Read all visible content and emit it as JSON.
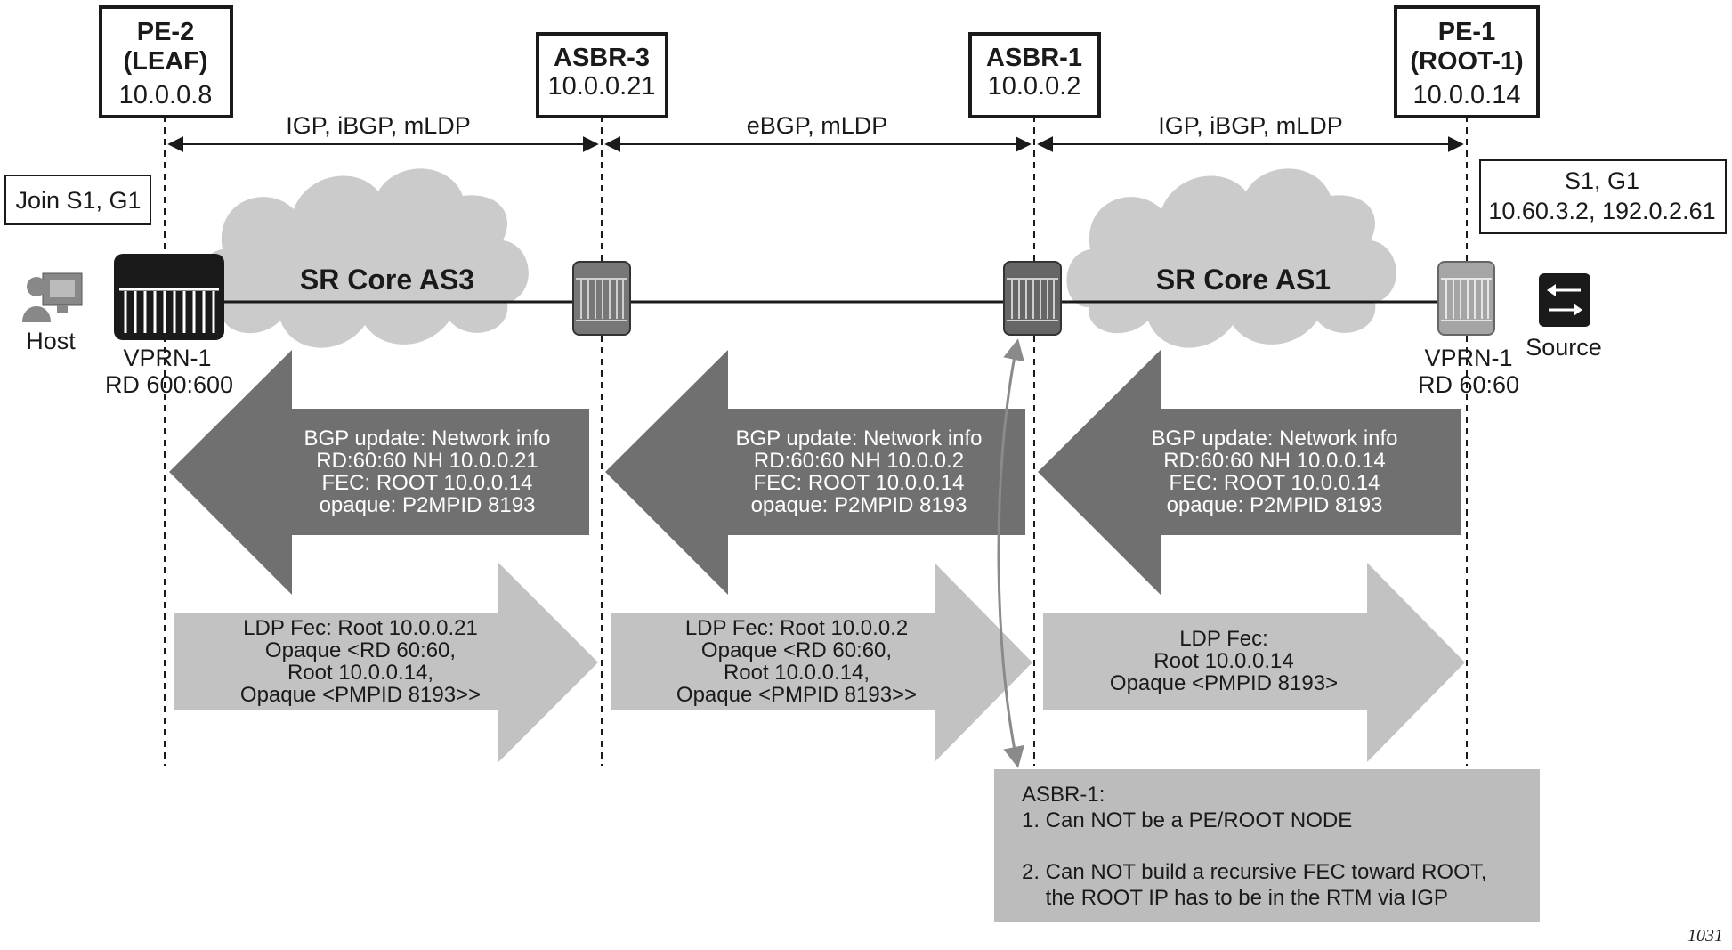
{
  "nodes": [
    {
      "id": "pe2",
      "label_lines": [
        "PE-2",
        "(LEAF)"
      ],
      "ip": "10.0.0.8"
    },
    {
      "id": "asbr3",
      "label_lines": [
        "ASBR-3"
      ],
      "ip": "10.0.0.21"
    },
    {
      "id": "asbr1",
      "label_lines": [
        "ASBR-1"
      ],
      "ip": "10.0.0.2"
    },
    {
      "id": "pe1",
      "label_lines": [
        "PE-1",
        "(ROOT-1)"
      ],
      "ip": "10.0.0.14"
    }
  ],
  "segments": [
    {
      "id": "seg1",
      "label": "IGP, iBGP, mLDP"
    },
    {
      "id": "seg2",
      "label": "eBGP, mLDP"
    },
    {
      "id": "seg3",
      "label": "IGP, iBGP, mLDP"
    }
  ],
  "join_box": {
    "text": "Join S1, G1"
  },
  "source_box": {
    "lines": [
      "S1, G1",
      "10.60.3.2, 192.0.2.61"
    ]
  },
  "clouds": [
    {
      "id": "as3",
      "label": "SR Core AS3"
    },
    {
      "id": "as1",
      "label": "SR Core AS1"
    }
  ],
  "host": {
    "label": "Host"
  },
  "source": {
    "label": "Source"
  },
  "vprn_left": {
    "lines": [
      "VPRN-1",
      "RD 600:600"
    ]
  },
  "vprn_right": {
    "lines": [
      "VPRN-1",
      "RD 60:60"
    ]
  },
  "bgp_arrows": [
    {
      "lines": [
        "BGP update: Network info",
        "RD:60:60 NH 10.0.0.21",
        "FEC: ROOT 10.0.0.14",
        "opaque: P2MPID 8193"
      ]
    },
    {
      "lines": [
        "BGP update: Network info",
        "RD:60:60 NH 10.0.0.2",
        "FEC: ROOT 10.0.0.14",
        "opaque: P2MPID 8193"
      ]
    },
    {
      "lines": [
        "BGP update: Network info",
        "RD:60:60 NH 10.0.0.14",
        "FEC: ROOT 10.0.0.14",
        "opaque: P2MPID 8193"
      ]
    }
  ],
  "ldp_arrows": [
    {
      "lines": [
        "LDP Fec: Root 10.0.0.21",
        "Opaque <RD 60:60,",
        "Root 10.0.0.14,",
        "Opaque <PMPID 8193>>"
      ]
    },
    {
      "lines": [
        "LDP Fec: Root 10.0.0.2",
        "Opaque <RD 60:60,",
        "Root 10.0.0.14,",
        "Opaque <PMPID 8193>>"
      ]
    },
    {
      "lines": [
        "LDP Fec:",
        "Root 10.0.0.14",
        "Opaque <PMPID 8193>"
      ]
    }
  ],
  "note": {
    "lines": [
      "ASBR-1:",
      "1. Can NOT be a PE/ROOT NODE",
      "",
      "2. Can NOT build a recursive FEC toward ROOT,",
      "    the ROOT IP has to be in the RTM via IGP"
    ]
  },
  "figure_number": "1031",
  "colors": {
    "dark_arrow": "#707070",
    "light_arrow": "#c2c2c2",
    "cloud": "#cbcbcb",
    "note_bg": "#bcbcbc",
    "router_dark": "#1a1a1a",
    "router_mid": "#777777",
    "router_light": "#a5a5a5"
  },
  "icons": [
    "host-icon",
    "source-switch-icon",
    "router-icon"
  ]
}
